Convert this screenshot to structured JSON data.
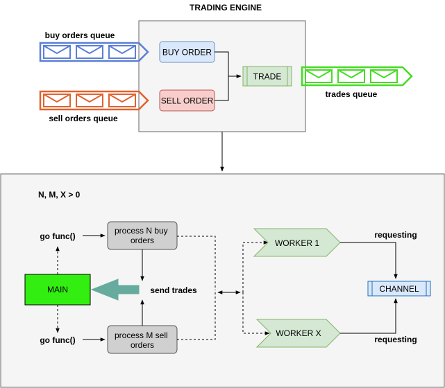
{
  "engine": {
    "title": "TRADING ENGINE",
    "buy_queue_label": "buy orders queue",
    "sell_queue_label": "sell orders queue",
    "trades_queue_label": "trades queue",
    "buy_order": "BUY ORDER",
    "sell_order": "SELL ORDER",
    "trade": "TRADE"
  },
  "runtime": {
    "condition": "N, M, X > 0",
    "go_func_top": "go func()",
    "go_func_bottom": "go func()",
    "process_buy_line1": "process N buy",
    "process_buy_line2": "orders",
    "process_sell_line1": "process M sell",
    "process_sell_line2": "orders",
    "main": "MAIN",
    "send_trades": "send trades",
    "worker_1": "WORKER 1",
    "worker_x": "WORKER X",
    "requesting_top": "requesting",
    "requesting_bottom": "requesting",
    "channel": "CHANNEL"
  },
  "colors": {
    "buy_queue": "#5b7fd6",
    "sell_queue": "#e0622f",
    "trades_queue": "#44dd22",
    "main_fill": "#33ee11",
    "worker_fill": "#d5e8d4",
    "channel_fill": "#dae8fc"
  }
}
